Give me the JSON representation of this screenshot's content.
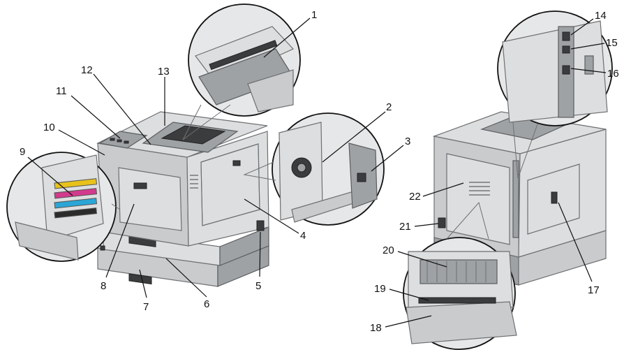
{
  "callouts": [
    {
      "id": "callout-1",
      "text": "1"
    },
    {
      "id": "callout-2",
      "text": "2"
    },
    {
      "id": "callout-3",
      "text": "3"
    },
    {
      "id": "callout-4",
      "text": "4"
    },
    {
      "id": "callout-5",
      "text": "5"
    },
    {
      "id": "callout-6",
      "text": "6"
    },
    {
      "id": "callout-7",
      "text": "7"
    },
    {
      "id": "callout-8",
      "text": "8"
    },
    {
      "id": "callout-9",
      "text": "9"
    },
    {
      "id": "callout-10",
      "text": "10"
    },
    {
      "id": "callout-11",
      "text": "11"
    },
    {
      "id": "callout-12",
      "text": "12"
    },
    {
      "id": "callout-13",
      "text": "13"
    },
    {
      "id": "callout-14",
      "text": "14"
    },
    {
      "id": "callout-15",
      "text": "15"
    },
    {
      "id": "callout-16",
      "text": "16"
    },
    {
      "id": "callout-17",
      "text": "17"
    },
    {
      "id": "callout-18",
      "text": "18"
    },
    {
      "id": "callout-19",
      "text": "19"
    },
    {
      "id": "callout-20",
      "text": "20"
    },
    {
      "id": "callout-21",
      "text": "21"
    },
    {
      "id": "callout-22",
      "text": "22"
    }
  ],
  "colors": {
    "body": "#c9cbcd",
    "body_light": "#dcdedf",
    "body_dark": "#9fa2a5",
    "line": "#111111",
    "toner_yellow": "#e8c21a",
    "toner_magenta": "#d23a8c",
    "toner_cyan": "#2aa6d6",
    "toner_black": "#2b2b2b"
  }
}
